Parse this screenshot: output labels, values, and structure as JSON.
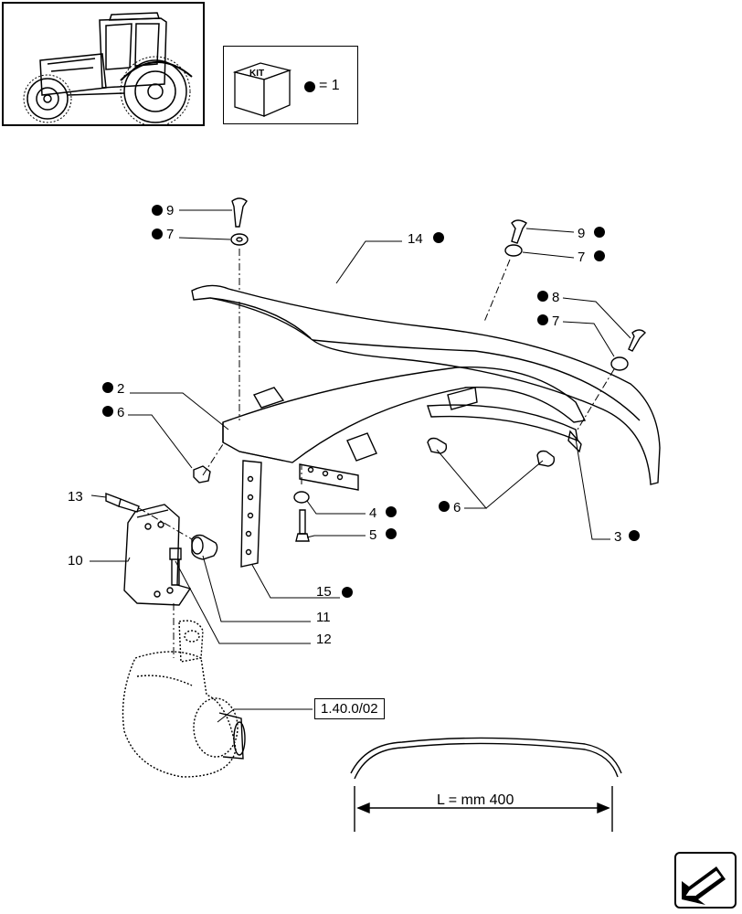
{
  "kit_legend": {
    "kit_label": "KIT",
    "equation": "= 1"
  },
  "callouts": {
    "c9_left": "9",
    "c7_left": "7",
    "c14": "14",
    "c9_right": "9",
    "c7_right": "7",
    "c8": "8",
    "c7_right2": "7",
    "c2": "2",
    "c6_left": "6",
    "c4": "4",
    "c5": "5",
    "c6_right": "6",
    "c3": "3",
    "c13": "13",
    "c10": "10",
    "c15": "15",
    "c11": "11",
    "c12": "12"
  },
  "reference": "1.40.0/02",
  "dimension": "L = mm 400",
  "icons": {
    "thumbnail": "tractor-thumbnail-icon",
    "kit": "kit-box-icon",
    "nav": "next-page-arrow-icon"
  }
}
